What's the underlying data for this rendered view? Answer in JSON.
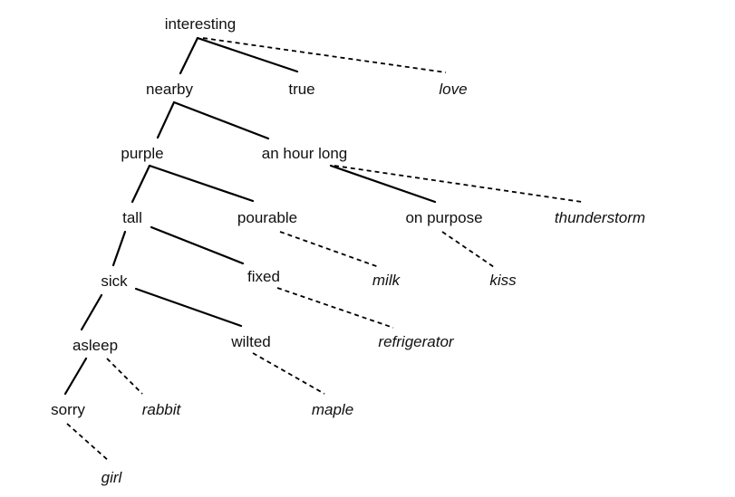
{
  "diagram": {
    "nodes": [
      {
        "id": "interesting",
        "label": "interesting",
        "italic": false
      },
      {
        "id": "nearby",
        "label": "nearby",
        "italic": false
      },
      {
        "id": "true",
        "label": "true",
        "italic": false
      },
      {
        "id": "love",
        "label": "love",
        "italic": true
      },
      {
        "id": "purple",
        "label": "purple",
        "italic": false
      },
      {
        "id": "an-hour-long",
        "label": "an hour long",
        "italic": false
      },
      {
        "id": "tall",
        "label": "tall",
        "italic": false
      },
      {
        "id": "pourable",
        "label": "pourable",
        "italic": false
      },
      {
        "id": "on-purpose",
        "label": "on purpose",
        "italic": false
      },
      {
        "id": "thunderstorm",
        "label": "thunderstorm",
        "italic": true
      },
      {
        "id": "sick",
        "label": "sick",
        "italic": false
      },
      {
        "id": "fixed",
        "label": "fixed",
        "italic": false
      },
      {
        "id": "milk",
        "label": "milk",
        "italic": true
      },
      {
        "id": "kiss",
        "label": "kiss",
        "italic": true
      },
      {
        "id": "asleep",
        "label": "asleep",
        "italic": false
      },
      {
        "id": "wilted",
        "label": "wilted",
        "italic": false
      },
      {
        "id": "refrigerator",
        "label": "refrigerator",
        "italic": true
      },
      {
        "id": "sorry",
        "label": "sorry",
        "italic": false
      },
      {
        "id": "rabbit",
        "label": "rabbit",
        "italic": true
      },
      {
        "id": "maple",
        "label": "maple",
        "italic": true
      },
      {
        "id": "girl",
        "label": "girl",
        "italic": true
      }
    ],
    "edges": [
      {
        "from": "interesting",
        "to": "nearby",
        "style": "solid"
      },
      {
        "from": "interesting",
        "to": "true",
        "style": "solid"
      },
      {
        "from": "interesting",
        "to": "love",
        "style": "dashed"
      },
      {
        "from": "nearby",
        "to": "purple",
        "style": "solid"
      },
      {
        "from": "nearby",
        "to": "an-hour-long",
        "style": "solid"
      },
      {
        "from": "an-hour-long",
        "to": "on-purpose",
        "style": "solid"
      },
      {
        "from": "an-hour-long",
        "to": "thunderstorm",
        "style": "dashed"
      },
      {
        "from": "purple",
        "to": "tall",
        "style": "solid"
      },
      {
        "from": "purple",
        "to": "pourable",
        "style": "solid"
      },
      {
        "from": "pourable",
        "to": "milk",
        "style": "dashed"
      },
      {
        "from": "on-purpose",
        "to": "kiss",
        "style": "dashed"
      },
      {
        "from": "tall",
        "to": "sick",
        "style": "solid"
      },
      {
        "from": "tall",
        "to": "fixed",
        "style": "solid"
      },
      {
        "from": "fixed",
        "to": "refrigerator",
        "style": "dashed"
      },
      {
        "from": "sick",
        "to": "asleep",
        "style": "solid"
      },
      {
        "from": "sick",
        "to": "wilted",
        "style": "solid"
      },
      {
        "from": "wilted",
        "to": "maple",
        "style": "dashed"
      },
      {
        "from": "asleep",
        "to": "sorry",
        "style": "solid"
      },
      {
        "from": "asleep",
        "to": "rabbit",
        "style": "dashed"
      },
      {
        "from": "sorry",
        "to": "girl",
        "style": "dashed"
      }
    ]
  }
}
